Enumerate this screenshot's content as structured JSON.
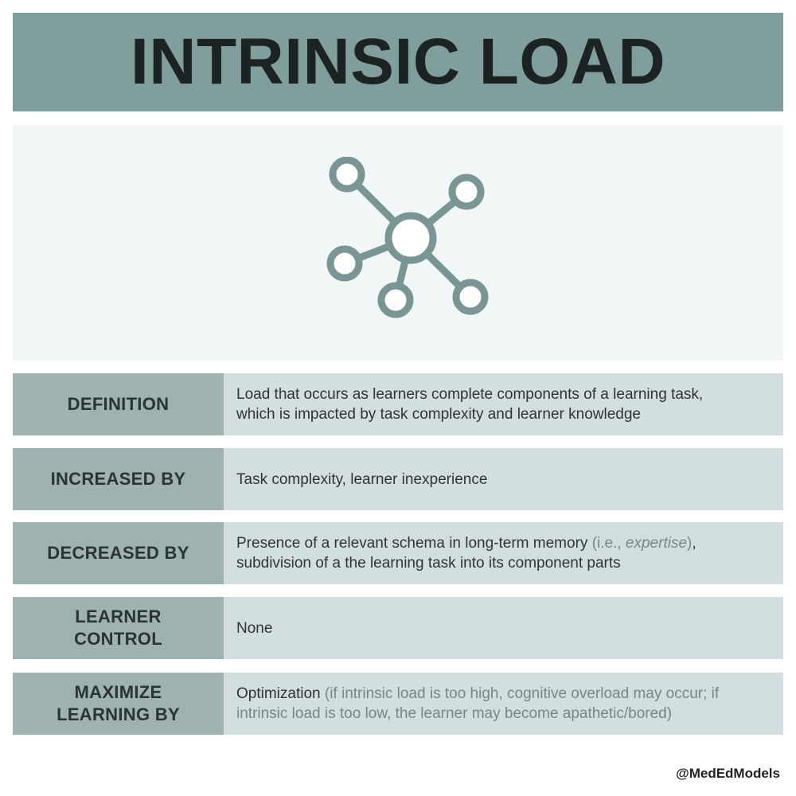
{
  "header": {
    "title": "INTRINSIC LOAD"
  },
  "icon": {
    "name": "network-hub-icon",
    "color": "#7a9694"
  },
  "rows": [
    {
      "label": "DEFINITION",
      "value_line1": "Load that occurs as learners complete components of a learning task,",
      "value_line2": "which is impacted by task complexity and learner knowledge"
    },
    {
      "label": "INCREASED BY",
      "value_line1": "Task complexity, learner inexperience"
    },
    {
      "label": "DECREASED BY",
      "value_line1_main": "Presence of a relevant schema in long-term memory ",
      "value_line1_aside_open": "(i.e., ",
      "value_line1_aside_em": "expertise",
      "value_line1_aside_close": ")",
      "value_line1_tail": ",",
      "value_line2": "subdivision of a the learning task into its component parts"
    },
    {
      "label_line1": "LEARNER",
      "label_line2": "CONTROL",
      "value_line1": "None"
    },
    {
      "label_line1": "MAXIMIZE",
      "label_line2": "LEARNING BY",
      "value_main": "Optimization ",
      "value_aside_line1": "(if intrinsic load is too high, cognitive overload may occur; if",
      "value_aside_line2": "intrinsic load is too low, the learner may become apathetic/bored)"
    }
  ],
  "footer": {
    "handle": "@MedEdModels"
  },
  "colors": {
    "title_bg": "#809e9b",
    "icon_panel_bg": "#f1f6f7",
    "label_bg": "#9db2b1",
    "value_bg": "#d2dedf"
  }
}
